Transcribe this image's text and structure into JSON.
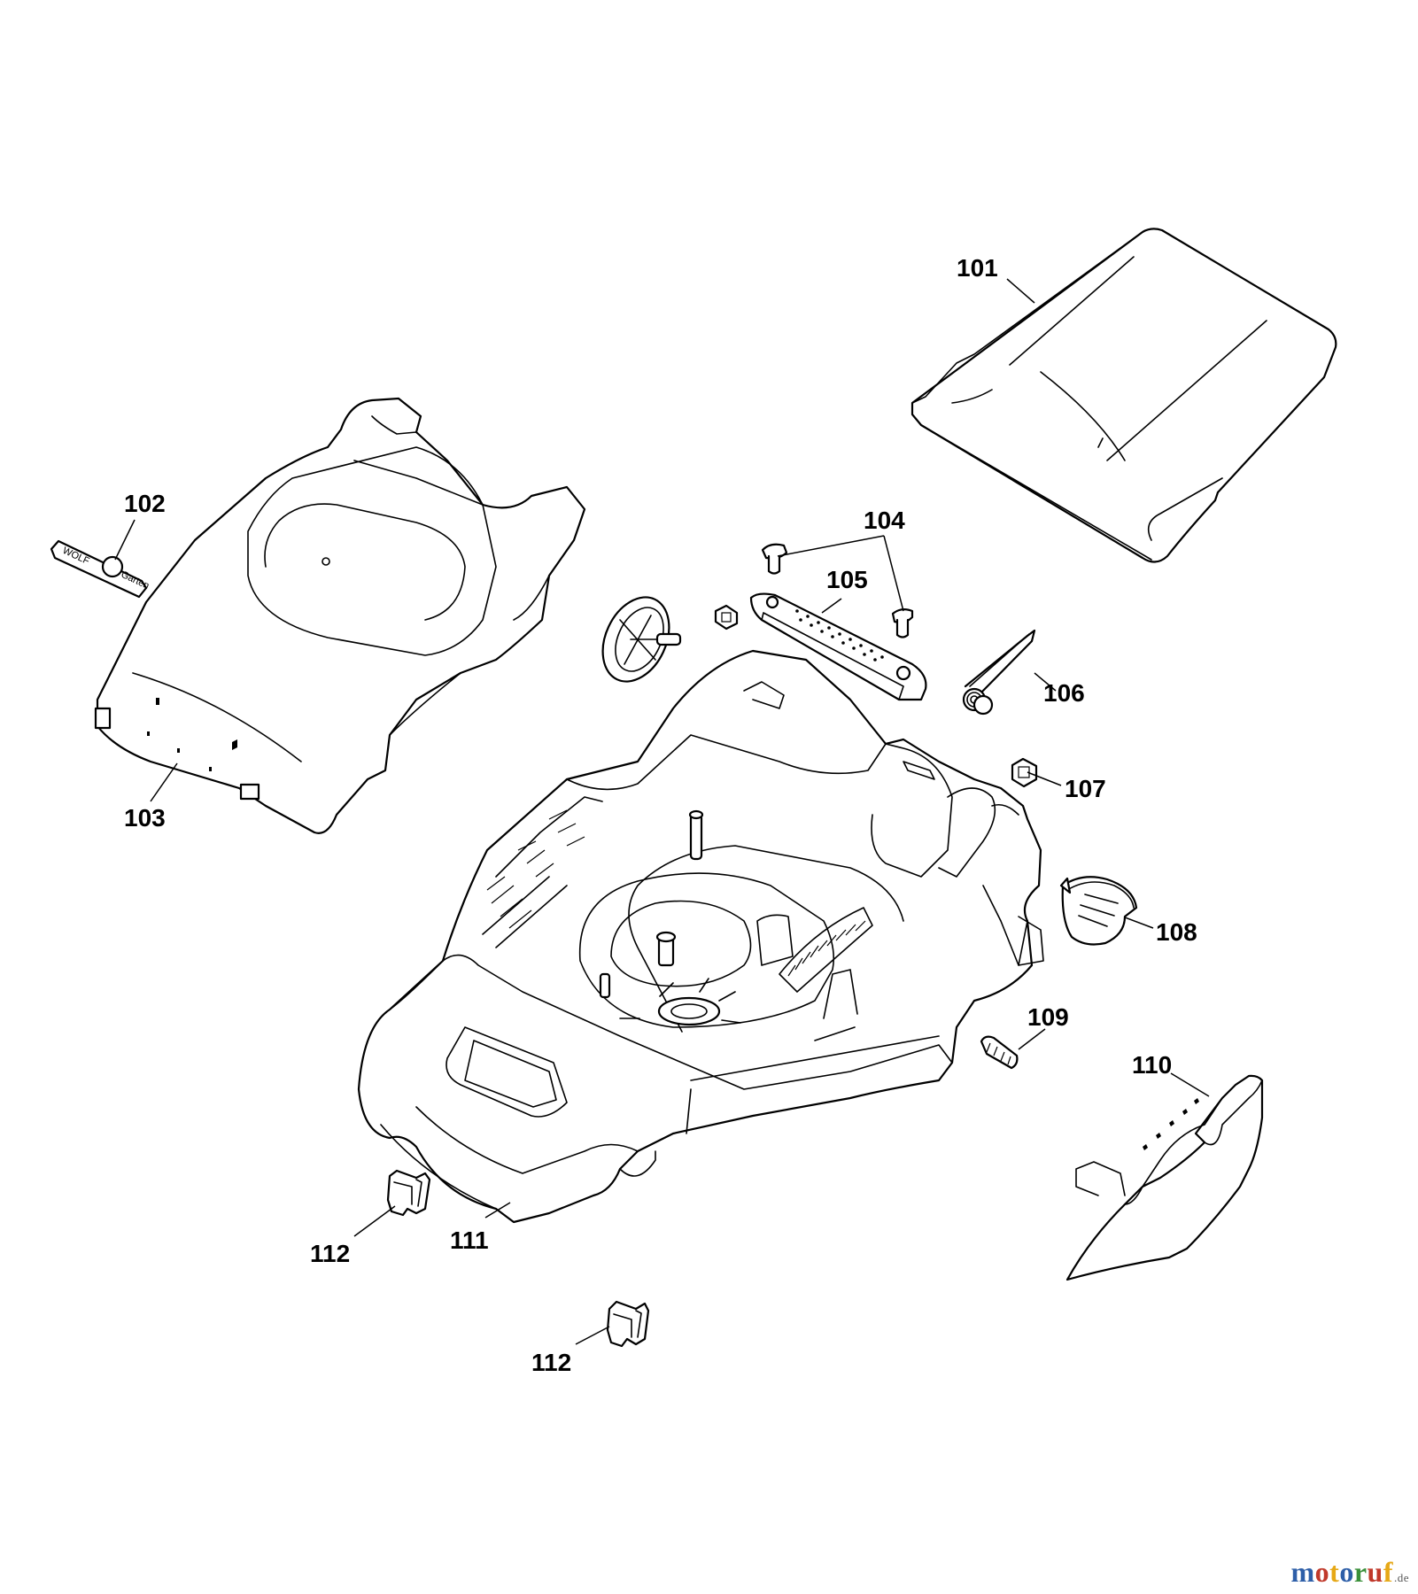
{
  "callouts": {
    "p101": "101",
    "p102": "102",
    "p103": "103",
    "p104": "104",
    "p105": "105",
    "p106": "106",
    "p107": "107",
    "p108": "108",
    "p109": "109",
    "p110": "110",
    "p111": "111",
    "p112a": "112",
    "p112b": "112"
  },
  "logo_label": {
    "left": "WOLF",
    "right": "Garten"
  },
  "watermark": {
    "letters": [
      "m",
      "o",
      "t",
      "o",
      "r",
      "u",
      "f"
    ],
    "colors": [
      "#2e5fa8",
      "#c0392b",
      "#e6a817",
      "#2e5fa8",
      "#3a8f3a",
      "#c0392b",
      "#e6a817"
    ],
    "suffix": ".de"
  }
}
